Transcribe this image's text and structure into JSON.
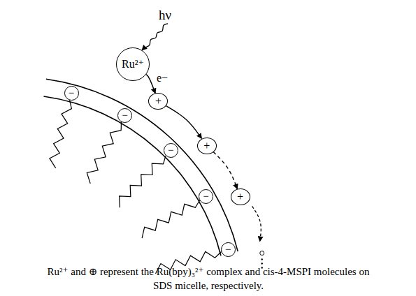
{
  "diagram": {
    "caption": "Ru²⁺ and ⊕ represent the Ru(bpy)₃²⁺ complex and cis-4-MSPI molecules on SDS micelle, respectively.",
    "nodes": [
      {
        "text": [
          "Ru²⁺"
        ]
      },
      {
        "text": [
          "+"
        ]
      },
      {
        "text": [
          "+"
        ]
      },
      {
        "text": [
          "+"
        ]
      },
      {
        "text": [
          "−"
        ]
      },
      {
        "text": [
          "−"
        ]
      },
      {
        "text": [
          "−"
        ]
      },
      {
        "text": [
          "−"
        ]
      },
      {
        "text": [
          "−"
        ]
      }
    ],
    "edges": [
      {
        "from": 0,
        "to": 1,
        "arrow": "to",
        "label": "e−"
      },
      {
        "from": 1,
        "to": 2,
        "arrow": "to"
      },
      {
        "from": 2,
        "to": 3,
        "arrow": "to"
      }
    ],
    "labels": [
      "hν"
    ]
  }
}
